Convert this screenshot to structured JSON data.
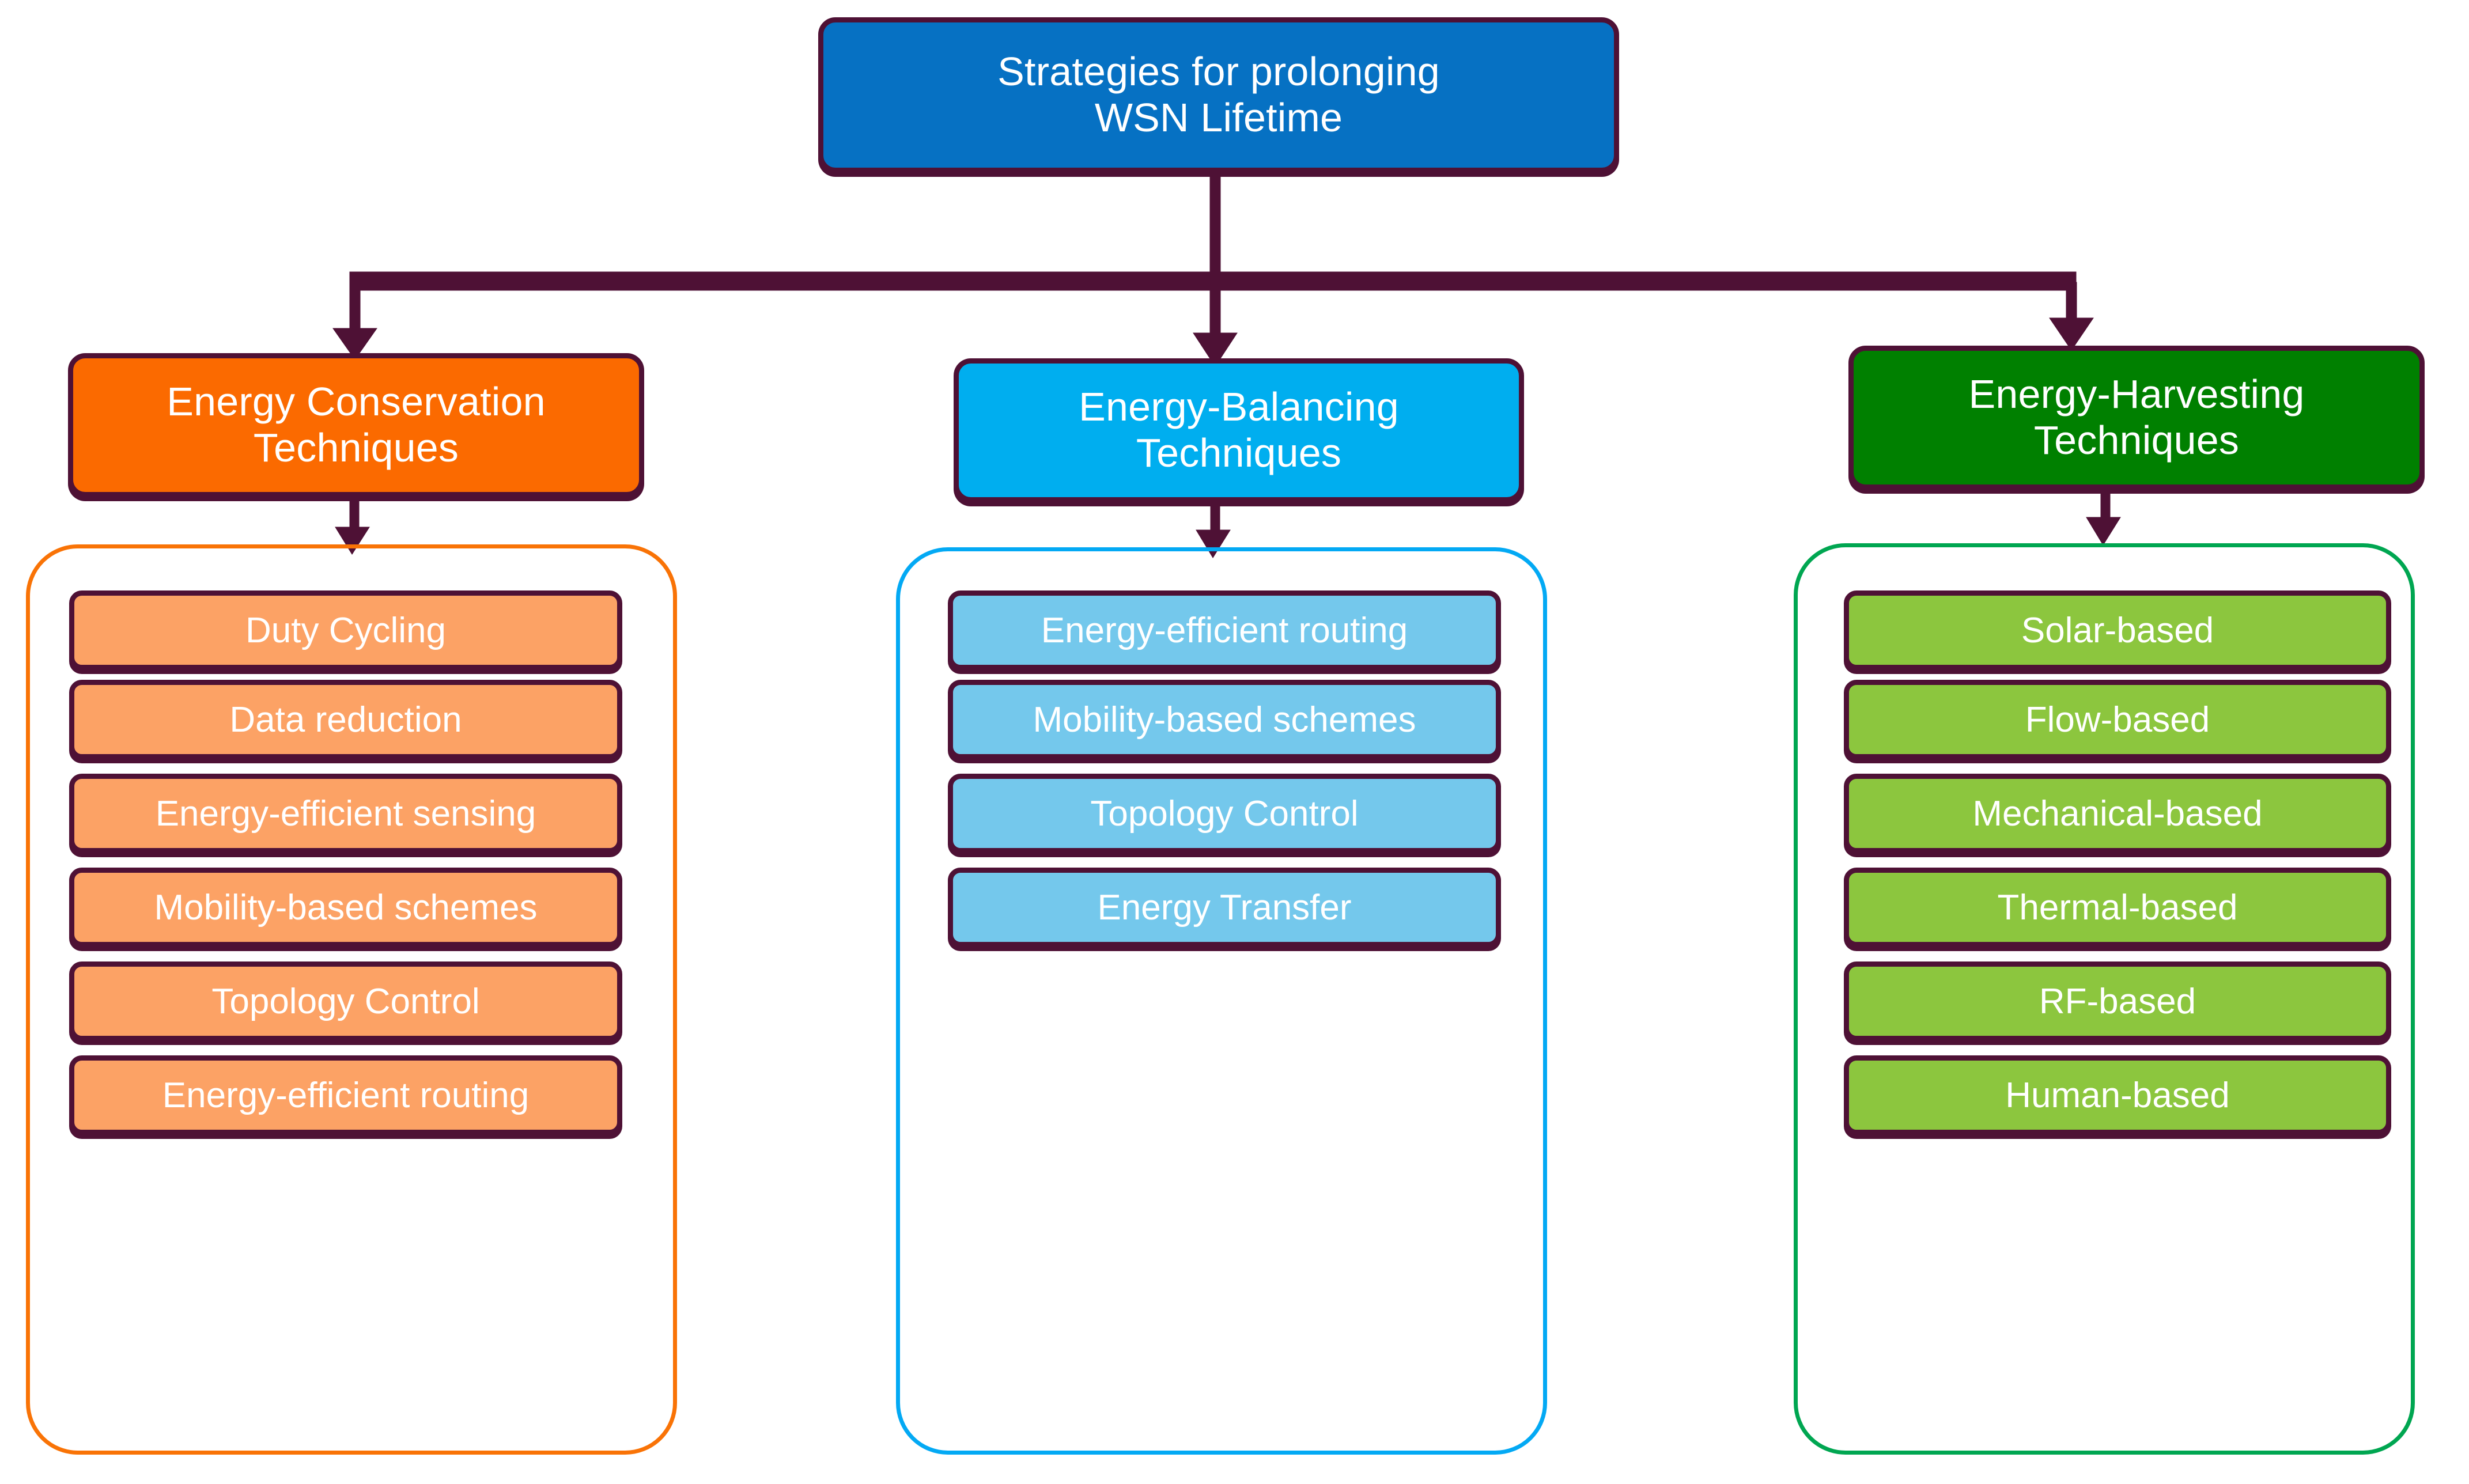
{
  "diagram": {
    "title": "Strategies for prolonging WSN Lifetime",
    "root": {
      "label": "Strategies for prolonging\nWSN Lifetime",
      "fill": "#0671C3",
      "border": "#4E1135",
      "text_color": "#FFFFFF"
    },
    "connector_color": "#4E1135",
    "branches": [
      {
        "id": "energy-conservation",
        "header": {
          "label": "Energy Conservation\nTechniques",
          "fill": "#FB6A00",
          "border": "#4E1135",
          "text_color": "#FFFFFF"
        },
        "container_outline": "#F97306",
        "child_fill": "#FCA265",
        "children": [
          {
            "label": "Duty Cycling"
          },
          {
            "label": "Data reduction"
          },
          {
            "label": "Energy-efficient sensing"
          },
          {
            "label": "Mobility-based schemes"
          },
          {
            "label": "Topology Control"
          },
          {
            "label": "Energy-efficient routing"
          }
        ]
      },
      {
        "id": "energy-balancing",
        "header": {
          "label": "Energy-Balancing\nTechniques",
          "fill": "#00AEEF",
          "border": "#4E1135",
          "text_color": "#FFFFFF"
        },
        "container_outline": "#03A9F4",
        "child_fill": "#74C8EC",
        "children": [
          {
            "label": "Energy-efficient routing"
          },
          {
            "label": "Mobility-based schemes"
          },
          {
            "label": "Topology Control"
          },
          {
            "label": "Energy Transfer"
          }
        ]
      },
      {
        "id": "energy-harvesting",
        "header": {
          "label": "Energy-Harvesting\nTechniques",
          "fill": "#008000",
          "border": "#4E1135",
          "text_color": "#FFFFFF"
        },
        "container_outline": "#00A651",
        "child_fill": "#8CC63E",
        "children": [
          {
            "label": "Solar-based"
          },
          {
            "label": "Flow-based"
          },
          {
            "label": "Mechanical-based"
          },
          {
            "label": "Thermal-based"
          },
          {
            "label": "RF-based"
          },
          {
            "label": "Human-based"
          }
        ]
      }
    ]
  }
}
